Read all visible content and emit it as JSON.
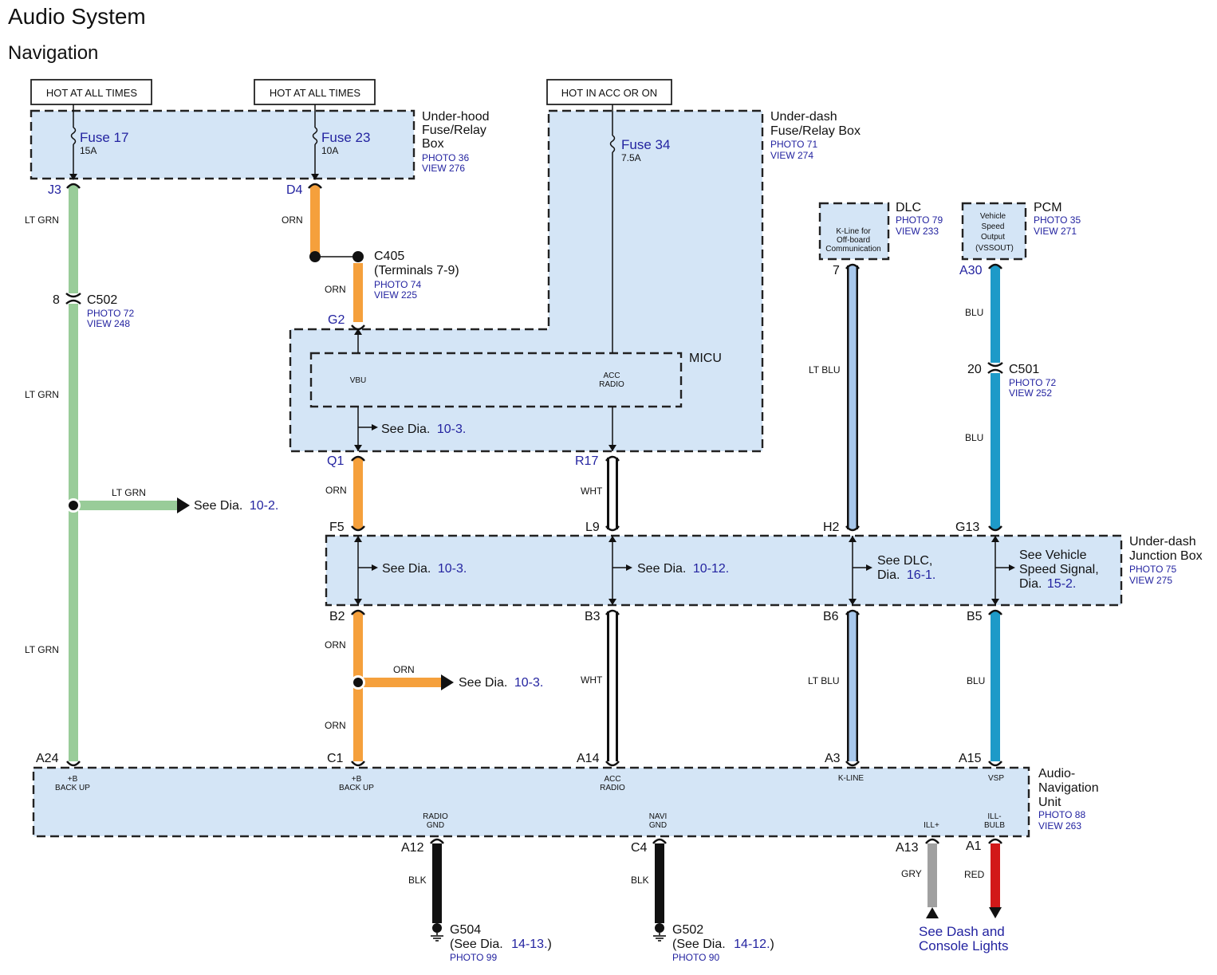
{
  "header": {
    "title": "Audio System",
    "subtitle": "Navigation"
  },
  "power_labels": {
    "hot_always_1": "HOT AT ALL TIMES",
    "hot_always_2": "HOT AT ALL TIMES",
    "hot_acc_on": "HOT IN ACC OR ON"
  },
  "underhood": {
    "line1": "Under-hood",
    "line2": "Fuse/Relay",
    "line3": "Box",
    "photo": "PHOTO 36",
    "view": "VIEW 276"
  },
  "underdash_fuse": {
    "line1": "Under-dash",
    "line2": "Fuse/Relay Box",
    "photo": "PHOTO 71",
    "view": "VIEW 274"
  },
  "fuses": {
    "fuse17": {
      "name": "Fuse 17",
      "amp": "15A"
    },
    "fuse23": {
      "name": "Fuse 23",
      "amp": "10A"
    },
    "fuse34": {
      "name": "Fuse 34",
      "amp": "7.5A"
    }
  },
  "dlc": {
    "title": "DLC",
    "photo": "PHOTO 79",
    "view": "VIEW 233",
    "t1": "K-Line for",
    "t2": "Off-board",
    "t3": "Communication"
  },
  "pcm": {
    "title": "PCM",
    "photo": "PHOTO 35",
    "view": "VIEW 271",
    "t1": "Vehicle",
    "t2": "Speed",
    "t3": "Output",
    "t4": "(VSSOUT)"
  },
  "pins": {
    "j3": "J3",
    "d4": "D4",
    "g2": "G2",
    "q1": "Q1",
    "r17": "R17",
    "a30": "A30",
    "dlc7": "7",
    "f5": "F5",
    "l9": "L9",
    "h2": "H2",
    "g13": "G13",
    "b2": "B2",
    "b3": "B3",
    "b6": "B6",
    "b5": "B5",
    "a24": "A24",
    "c1": "C1",
    "a14": "A14",
    "a3": "A3",
    "a15": "A15",
    "a12": "A12",
    "c4": "C4",
    "a13": "A13",
    "a1": "A1",
    "c502_8": "8",
    "c501_20": "20"
  },
  "wires": {
    "ltgrn1": "LT GRN",
    "ltgrn2": "LT GRN",
    "ltgrn3": "LT GRN",
    "ltgrn_branch": "LT GRN",
    "orn1": "ORN",
    "orn2": "ORN",
    "orn3": "ORN",
    "orn4": "ORN",
    "orn5": "ORN",
    "orn_branch": "ORN",
    "wht1": "WHT",
    "wht2": "WHT",
    "ltblu1": "LT BLU",
    "ltblu2": "LT BLU",
    "blu1": "BLU",
    "blu2": "BLU",
    "blu3": "BLU",
    "blk1": "BLK",
    "blk2": "BLK",
    "gry": "GRY",
    "red": "RED"
  },
  "connectors": {
    "c405": {
      "name": "C405",
      "terminals": "(Terminals 7-9)",
      "photo": "PHOTO 74",
      "view": "VIEW 225"
    },
    "c502": {
      "name": "C502",
      "photo": "PHOTO 72",
      "view": "VIEW 248"
    },
    "c501": {
      "name": "C501",
      "photo": "PHOTO 72",
      "view": "VIEW 252"
    }
  },
  "micu": {
    "title": "MICU",
    "vbu": "VBU",
    "acc1": "ACC",
    "acc2": "RADIO"
  },
  "junction": {
    "line1": "Under-dash",
    "line2": "Junction Box",
    "photo": "PHOTO 75",
    "view": "VIEW 275"
  },
  "refs": {
    "see": "See",
    "dia": "Dia.",
    "r1": "10-2.",
    "r2": "10-3.",
    "r3": "10-3.",
    "r4": "10-12.",
    "r5": "10-3.",
    "dlc_a": "See DLC,",
    "dlc_b": "Dia.",
    "dlc_num": "16-1.",
    "vss_a": "See Vehicle",
    "vss_b": "Speed Signal,",
    "vss_c": "Dia.",
    "vss_num": "15-2."
  },
  "unit": {
    "line1": "Audio-",
    "line2": "Navigation",
    "line3": "Unit",
    "photo": "PHOTO 88",
    "view": "VIEW 263",
    "term_bb1a": "+B",
    "term_bb1b": "BACK UP",
    "term_bb2a": "+B",
    "term_bb2b": "BACK UP",
    "term_acc1": "ACC",
    "term_acc2": "RADIO",
    "term_kline": "K-LINE",
    "term_vsp": "VSP",
    "term_rg1": "RADIO",
    "term_rg2": "GND",
    "term_ng1": "NAVI",
    "term_ng2": "GND",
    "term_ill": "ILL+",
    "term_bulb1": "ILL-",
    "term_bulb2": "BULB"
  },
  "grounds": {
    "g504": {
      "name": "G504",
      "see": "(See Dia.",
      "num": "14-13.",
      "close": ")",
      "photo": "PHOTO 99"
    },
    "g502": {
      "name": "G502",
      "see": "(See Dia.",
      "num": "14-12.",
      "close": ")",
      "photo": "PHOTO 90"
    }
  },
  "lights_ref": {
    "line1": "See Dash and",
    "line2": "Console Lights"
  },
  "colors": {
    "box_fill": "#d4e5f6",
    "lt_grn": "#99cc99",
    "orn": "#f5a03c",
    "lt_blu": "#a8c8ec",
    "blu": "#1e9ac8",
    "blk": "#111111",
    "gry": "#a0a0a0",
    "red": "#d21919",
    "ref_blue": "#2323a0"
  }
}
